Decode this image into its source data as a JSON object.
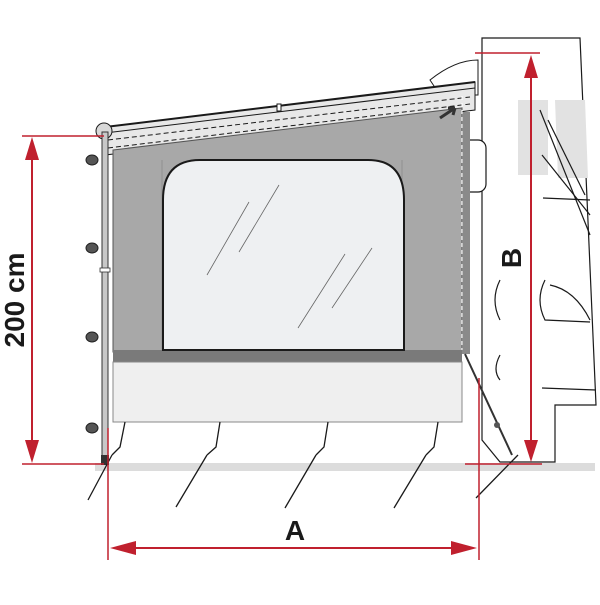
{
  "diagram": {
    "subject": "Awning side panel with window mounted on vehicle",
    "colors": {
      "dimension_red": "#c0202e",
      "panel_gray": "#a8a8a8",
      "panel_dark_band": "#7a7a7a",
      "window_fill": "#eef0f2",
      "skirt_fill": "#efefef",
      "ground": "#dcdcdc",
      "outline": "#1a1a1a"
    },
    "labels": {
      "height_dimension": "200 cm",
      "width_dimension": "A",
      "vehicle_height_dimension": "B"
    },
    "components": {
      "pole_pegs": 4,
      "ground_pegs": 5,
      "window_glare_lines": 4
    }
  }
}
